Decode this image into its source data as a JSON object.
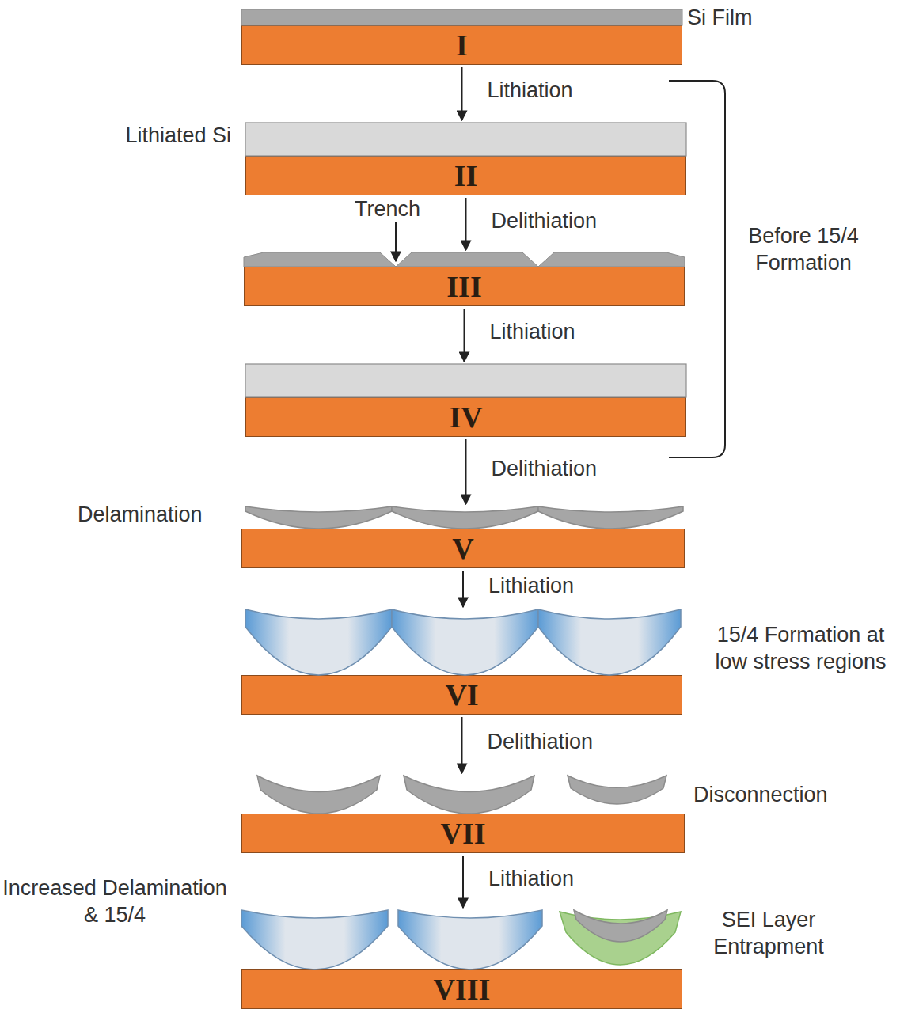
{
  "diagram": {
    "nodes": [
      {
        "text": [
          "I"
        ]
      },
      {
        "text": [
          "II"
        ]
      },
      {
        "text": [
          "III"
        ]
      },
      {
        "text": [
          "IV"
        ]
      },
      {
        "text": [
          "V"
        ]
      },
      {
        "text": [
          "VI"
        ]
      },
      {
        "text": [
          "VII"
        ]
      },
      {
        "text": [
          "VIII"
        ]
      }
    ],
    "edges": [
      {
        "from": 0,
        "to": 1,
        "label": "Lithiation",
        "arrow": "to"
      },
      {
        "from": 1,
        "to": 2,
        "label": "Delithiation",
        "arrow": "to"
      },
      {
        "from": 2,
        "to": 3,
        "label": "Lithiation",
        "arrow": "to"
      },
      {
        "from": 3,
        "to": 4,
        "label": "Delithiation",
        "arrow": "to"
      },
      {
        "from": 4,
        "to": 5,
        "label": "Lithiation",
        "arrow": "to"
      },
      {
        "from": 5,
        "to": 6,
        "label": "Delithiation",
        "arrow": "to"
      },
      {
        "from": 6,
        "to": 7,
        "label": "Lithiation",
        "arrow": "to"
      }
    ],
    "labels": [
      "Si Film",
      "Lithiated Si",
      "Trench",
      "Before 15/4 Formation",
      "Delamination",
      "15/4 Formation at low stress regions",
      "Disconnection",
      "Increased Delamination & 15/4",
      "SEI Layer Entrapment"
    ]
  }
}
